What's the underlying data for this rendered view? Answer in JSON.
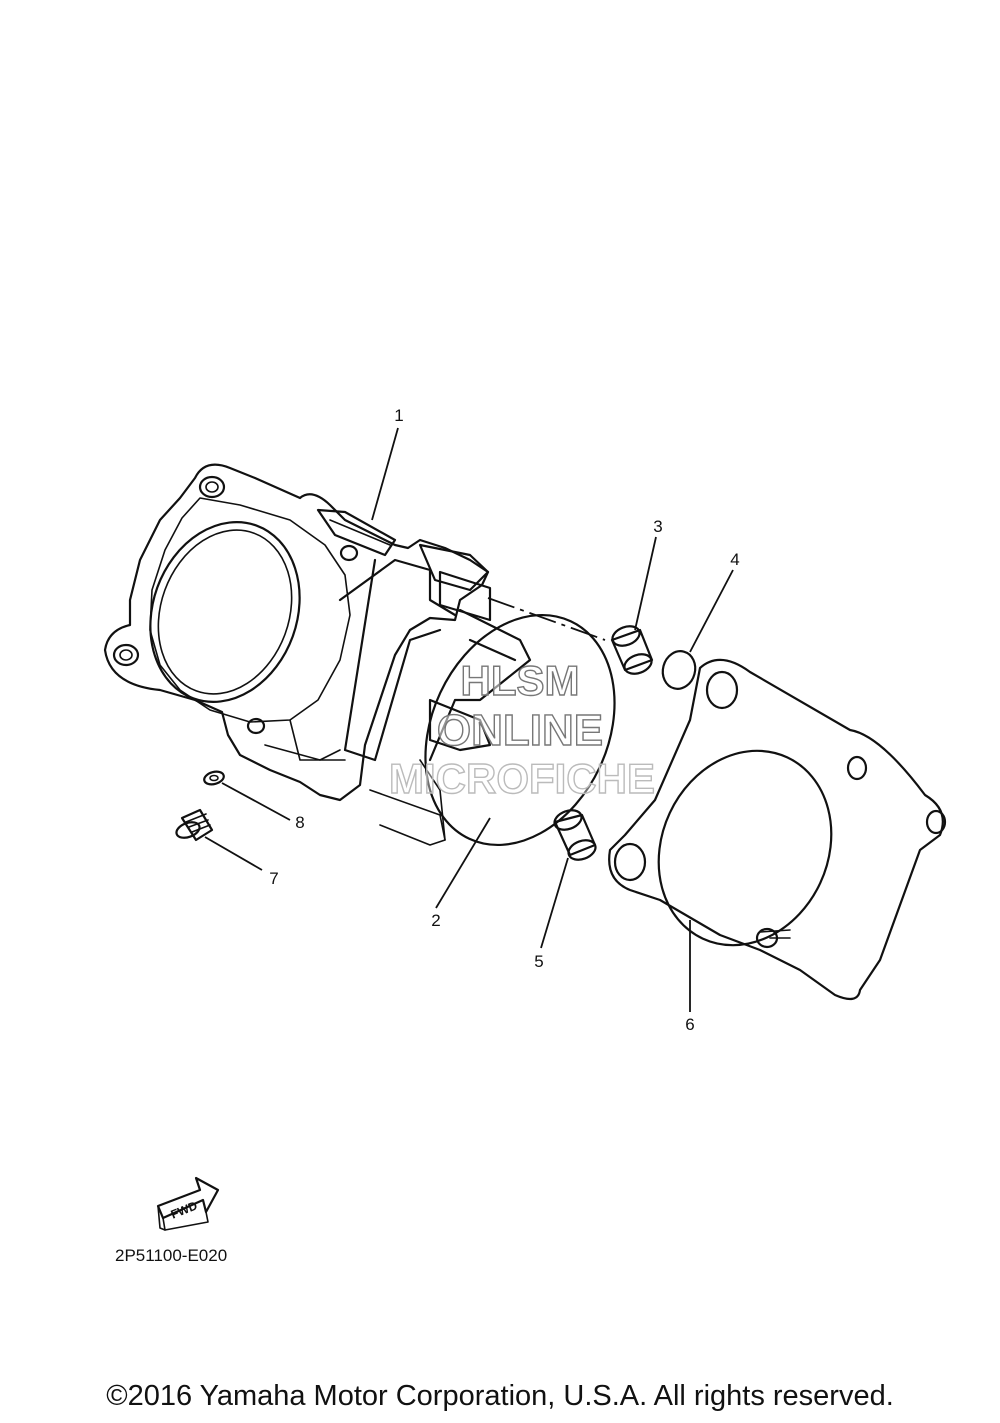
{
  "callouts": {
    "c1": "1",
    "c2": "2",
    "c3": "3",
    "c4": "4",
    "c5": "5",
    "c6": "6",
    "c7": "7",
    "c8": "8"
  },
  "watermark": {
    "line1": "HLSM",
    "line2": "ONLINE",
    "line3": "MICROFICHE"
  },
  "fwd_label": "FWD",
  "part_code": "2P51100-E020",
  "copyright": "©2016 Yamaha Motor Corporation, U.S.A. All rights reserved."
}
